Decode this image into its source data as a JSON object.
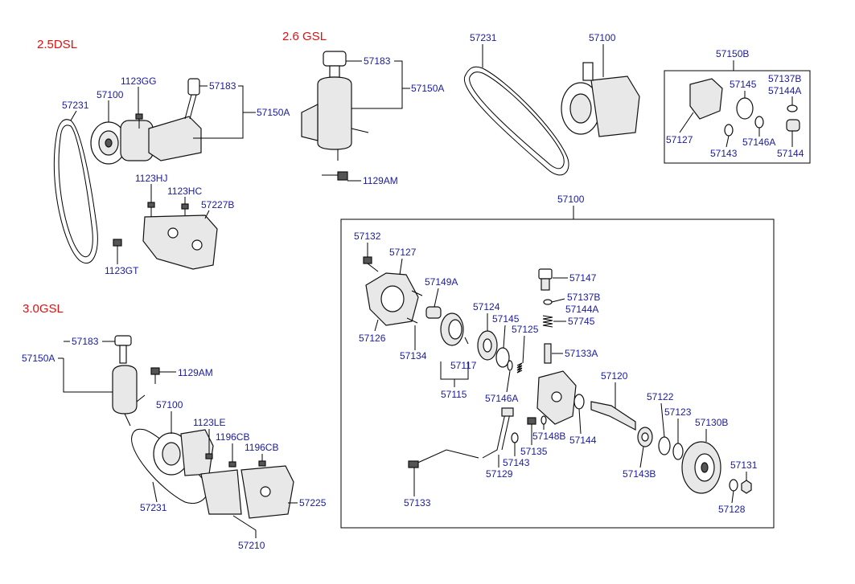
{
  "sections": {
    "s25dsl": "2.5DSL",
    "s26gsl": "2.6 GSL",
    "s30gsl": "3.0GSL"
  },
  "parts": {
    "p57231": "57231",
    "p57100": "57100",
    "p1123GG": "1123GG",
    "p57183": "57183",
    "p57150A": "57150A",
    "p57150B": "57150B",
    "p1123HJ": "1123HJ",
    "p1123HC": "1123HC",
    "p57227B": "57227B",
    "p1123GT": "1123GT",
    "p1129AM": "1129AM",
    "p57145": "57145",
    "p57137B": "57137B",
    "p57144A": "57144A",
    "p57127": "57127",
    "p57143": "57143",
    "p57146A": "57146A",
    "p57144": "57144",
    "p1123LE": "1123LE",
    "p1196CB": "1196CB",
    "p57225": "57225",
    "p57210": "57210",
    "p57132": "57132",
    "p57126": "57126",
    "p57134": "57134",
    "p57149A": "57149A",
    "p57115": "57115",
    "p57117": "57117",
    "p57124": "57124",
    "p57125": "57125",
    "p57147": "57147",
    "p57745": "57745",
    "p57133A": "57133A",
    "p57133": "57133",
    "p57129": "57129",
    "p57135": "57135",
    "p57148B": "57148B",
    "p57120": "57120",
    "p57143B": "57143B",
    "p57122": "57122",
    "p57123": "57123",
    "p57130B": "57130B",
    "p57131": "57131",
    "p57128": "57128"
  },
  "colors": {
    "label": "#1a1aa0",
    "section_header": "#e01010",
    "line": "#000000"
  }
}
